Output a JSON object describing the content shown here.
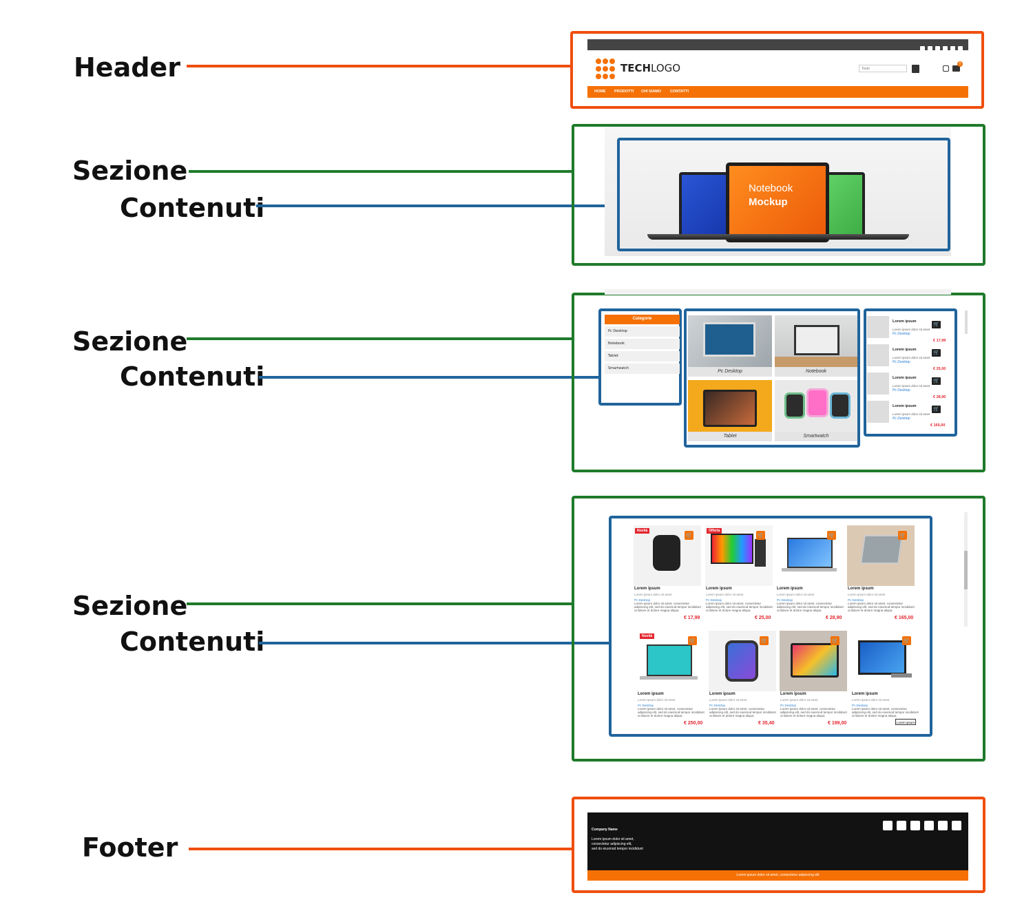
{
  "labels": {
    "header": "Header",
    "sezione1": "Sezione",
    "contenuti1": "Contenuti",
    "sezione2": "Sezione",
    "contenuti2": "Contenuti",
    "sezione3": "Sezione",
    "contenuti3": "Contenuti",
    "footer": "Footer"
  },
  "colors": {
    "header_footer": "#f04e0e",
    "section": "#1f7a2a",
    "content": "#20649c",
    "accent": "#f57106"
  },
  "header": {
    "logo_bold": "TECH",
    "logo_rest": "LOGO",
    "search_placeholder": "Testo",
    "cart_count": "0",
    "nav": [
      "HOME",
      "PRODOTTI",
      "CHI SIAMO",
      "CONTATTI"
    ]
  },
  "hero": {
    "title": "Notebook",
    "subtitle": "Mockup"
  },
  "categories": {
    "title": "Categorie",
    "items": [
      "Pc Desktop",
      "Notebook",
      "Tablet",
      "Smartwatch"
    ]
  },
  "tiles": [
    "Pc Desktop",
    "Notebook",
    "Tablet",
    "Smartwatch"
  ],
  "side_products": [
    {
      "name": "Lorem ipsum",
      "desc": "Lorem ipsum dolor sit amet",
      "cat": "Pc Desktop",
      "price": "€ 17,99"
    },
    {
      "name": "Lorem ipsum",
      "desc": "Lorem ipsum dolor sit amet",
      "cat": "Pc Desktop",
      "price": "€ 25,00"
    },
    {
      "name": "Lorem ipsum",
      "desc": "Lorem ipsum dolor sit amet",
      "cat": "Pc Desktop",
      "price": "€ 28,90"
    },
    {
      "name": "Lorem ipsum",
      "desc": "Lorem ipsum dolor sit amet",
      "cat": "Pc Desktop",
      "price": "€ 165,00"
    }
  ],
  "products": [
    {
      "badge": "Novità",
      "name": "Lorem ipsum",
      "sub": "Lorem ipsum dolor sit amet",
      "cat": "Pc Desktop",
      "desc": "Lorem ipsum dolor sit amet, consectetur adipiscing elit, sed do eiusmod tempor incididunt ut labore et dolore magna aliqua",
      "price": "€ 17,99"
    },
    {
      "badge": "Offerta",
      "name": "Lorem ipsum",
      "sub": "Lorem ipsum dolor sit amet",
      "cat": "Pc Desktop",
      "desc": "Lorem ipsum dolor sit amet, consectetur adipiscing elit, sed do eiusmod tempor incididunt ut labore et dolore magna aliqua",
      "price": "€ 25,00"
    },
    {
      "badge": "",
      "name": "Lorem ipsum",
      "sub": "Lorem ipsum dolor sit amet",
      "cat": "Pc Desktop",
      "desc": "Lorem ipsum dolor sit amet, consectetur adipiscing elit, sed do eiusmod tempor incididunt ut labore et dolore magna aliqua",
      "price": "€ 28,90"
    },
    {
      "badge": "",
      "name": "Lorem ipsum",
      "sub": "Lorem ipsum dolor sit amet",
      "cat": "Pc Desktop",
      "desc": "Lorem ipsum dolor sit amet, consectetur adipiscing elit, sed do eiusmod tempor incididunt ut labore et dolore magna aliqua",
      "price": "€ 165,00"
    },
    {
      "badge": "Novità",
      "name": "Lorem ipsum",
      "sub": "Lorem ipsum dolor sit amet",
      "cat": "Pc Desktop",
      "desc": "Lorem ipsum dolor sit amet, consectetur adipiscing elit, sed do eiusmod tempor incididunt ut labore et dolore magna aliqua",
      "price": "€ 250,00"
    },
    {
      "badge": "",
      "name": "Lorem ipsum",
      "sub": "Lorem ipsum dolor sit amet",
      "cat": "Pc Desktop",
      "desc": "Lorem ipsum dolor sit amet, consectetur adipiscing elit, sed do eiusmod tempor incididunt ut labore et dolore magna aliqua",
      "price": "€ 35,40"
    },
    {
      "badge": "",
      "name": "Lorem ipsum",
      "sub": "Lorem ipsum dolor sit amet",
      "cat": "Pc Desktop",
      "desc": "Lorem ipsum dolor sit amet, consectetur adipiscing elit, sed do eiusmod tempor incididunt ut labore et dolore magna aliqua",
      "price": "€ 199,00"
    },
    {
      "badge": "",
      "name": "Lorem ipsum",
      "sub": "Lorem ipsum dolor sit amet",
      "cat": "Pc Desktop",
      "desc": "Lorem ipsum dolor sit amet, consectetur adipiscing elit, sed do eiusmod tempor incididunt ut labore et dolore magna aliqua",
      "price": ""
    }
  ],
  "more_button": "Lorem ipsum",
  "footer": {
    "company": "Company Name",
    "lines": [
      "Lorem ipsum dolor sit amet,",
      "consectetur adipiscing elit,",
      "sed do eiusmod tempor incididunt"
    ],
    "bottom": "Lorem ipsum dolor sit amet, consectetur adipiscing elit"
  }
}
